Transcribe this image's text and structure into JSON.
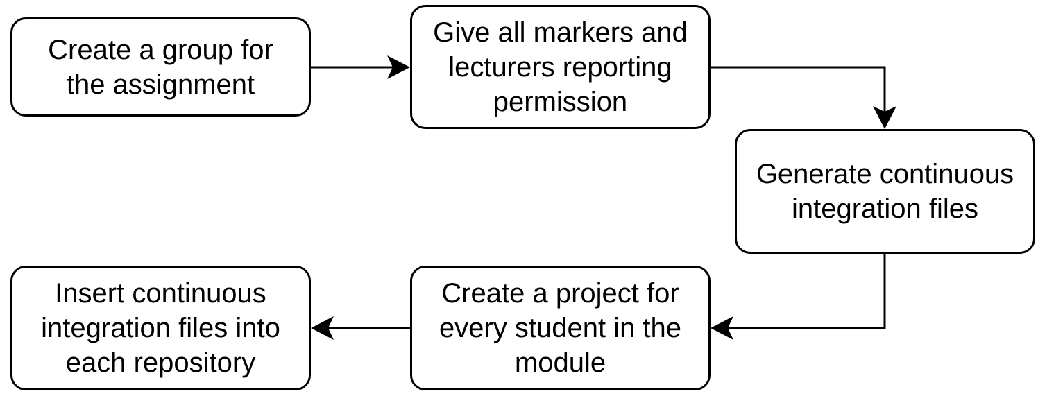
{
  "diagram": {
    "nodes": [
      {
        "id": "n1",
        "label": "Create a group for\nthe assignment"
      },
      {
        "id": "n2",
        "label": "Give all markers and\nlecturers reporting\npermission"
      },
      {
        "id": "n3",
        "label": "Generate continuous\nintegration files"
      },
      {
        "id": "n4",
        "label": "Create a project for\nevery student in the\nmodule"
      },
      {
        "id": "n5",
        "label": "Insert continuous\nintegration files into\neach repository"
      }
    ],
    "edges": [
      {
        "from": "n1",
        "to": "n2"
      },
      {
        "from": "n2",
        "to": "n3"
      },
      {
        "from": "n3",
        "to": "n4"
      },
      {
        "from": "n4",
        "to": "n5"
      }
    ],
    "colors": {
      "stroke": "#000000",
      "fill": "#ffffff",
      "text": "#000000"
    }
  }
}
